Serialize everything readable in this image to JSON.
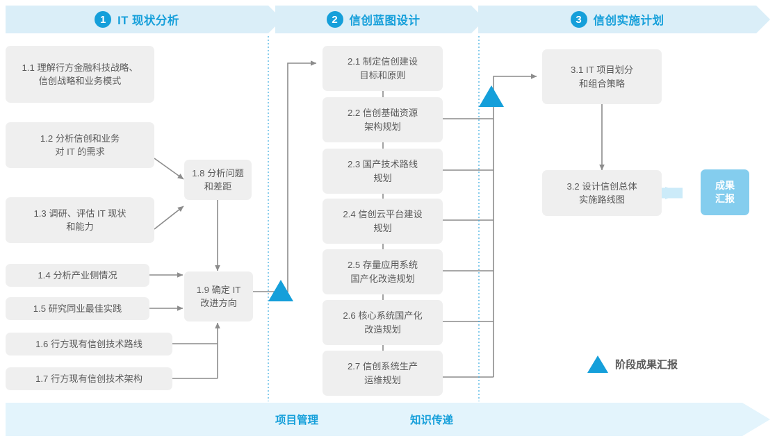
{
  "colors": {
    "accent": "#159fda",
    "band": "#daeef8",
    "node_fill": "#efefef",
    "node_text": "#5a5a5a",
    "chip_fill": "#84cdee",
    "bottom_bar": "#e3f4fc",
    "wire": "#8c8c8c",
    "divider": "#36a9e1"
  },
  "phases": [
    {
      "number": "1",
      "title": "IT 现状分析"
    },
    {
      "number": "2",
      "title": "信创蓝图设计"
    },
    {
      "number": "3",
      "title": "信创实施计划"
    }
  ],
  "nodes": {
    "n11": "1.1 理解行方金融科技战略、\n信创战略和业务模式",
    "n12": "1.2 分析信创和业务\n对 IT 的需求",
    "n13": "1.3 调研、评估 IT 现状\n和能力",
    "n14": "1.4 分析产业侧情况",
    "n15": "1.5 研究同业最佳实践",
    "n16": "1.6 行方现有信创技术路线",
    "n17": "1.7 行方现有信创技术架构",
    "n18": "1.8 分析问题\n和差距",
    "n19": "1.9 确定 IT\n改进方向",
    "n21": "2.1 制定信创建设\n目标和原则",
    "n22": "2.2 信创基础资源\n架构规划",
    "n23": "2.3 国产技术路线\n规划",
    "n24": "2.4 信创云平台建设\n规划",
    "n25": "2.5 存量应用系统\n国产化改造规划",
    "n26": "2.6 核心系统国产化\n改造规划",
    "n27": "2.7 信创系统生产\n运维规划",
    "n31": "3.1 IT 项目划分\n和组合策略",
    "n32": "3.2 设计信创总体\n实施路线图"
  },
  "result_chip": "成果\n汇报",
  "legend": {
    "label": "阶段成果汇报",
    "marker": "milestone-triangle"
  },
  "bottom_lanes": [
    {
      "label": "项目管理"
    },
    {
      "label": "知识传递"
    }
  ]
}
